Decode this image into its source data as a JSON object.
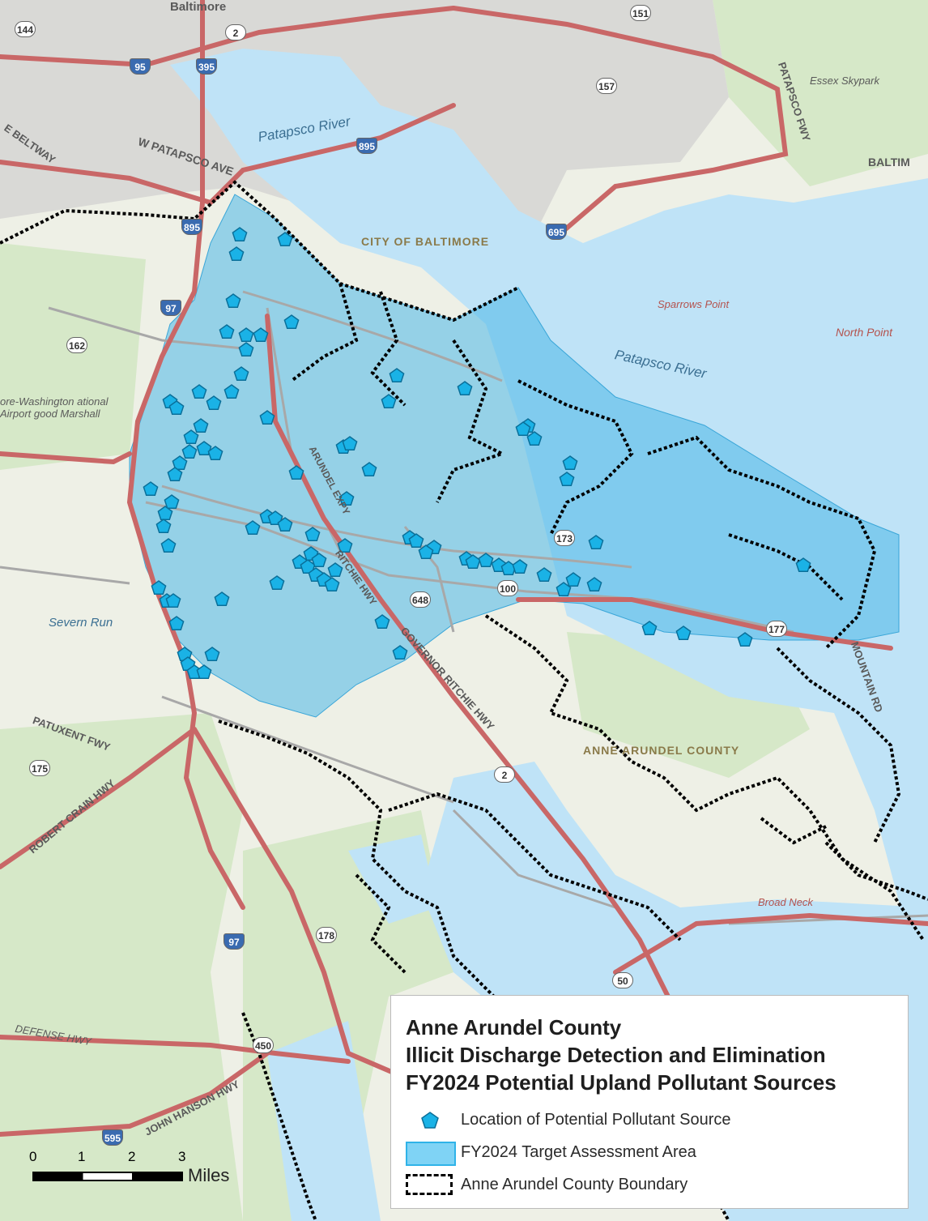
{
  "legend": {
    "title_lines": [
      "Anne Arundel County",
      "Illicit Discharge Detection and Elimination",
      "FY2024 Potential Upland Pollutant Sources"
    ],
    "items": [
      {
        "label": "Location of Potential Pollutant Source",
        "symbol": "pentagon-marker-icon"
      },
      {
        "label": "FY2024 Target Assessment Area",
        "symbol": "area-swatch"
      },
      {
        "label": "Anne Arundel County Boundary",
        "symbol": "dashed-boundary-swatch"
      }
    ]
  },
  "scale": {
    "ticks": [
      "0",
      "1",
      "2",
      "3"
    ],
    "unit": "Miles"
  },
  "places": {
    "baltimore_top": "Baltimore",
    "patapsco_river_north": "Patapsco River",
    "w_patapsco_ave": "W PATAPSCO AVE",
    "beltway": "E BELTWAY",
    "city_of_baltimore": "CITY OF BALTIMORE",
    "patapsco_fwy": "PATAPSCO FWY",
    "essex_skypark": "Essex Skypark",
    "baltim": "BALTIM",
    "sparrows_point": "Sparrows Point",
    "north_point": "North Point",
    "patapsco_river_south": "Patapsco River",
    "airport": "ore-Washington ational Airport good Marshall",
    "sevenn_run": "Severn Run",
    "patuxent_fwy": "PATUXENT FWY",
    "robert_crain_hwy": "ROBERT CRAIN HWY",
    "anne_arundel_county": "ANNE ARUNDEL COUNTY",
    "mountain_rd": "MOUNTAIN RD",
    "broad_neck": "Broad Neck",
    "defense_hwy": "DEFENSE HWY",
    "john_hanson_hwy": "JOHN HANSON HWY",
    "governor_ritchie_hwy": "GOVERNOR RITCHIE HWY",
    "ritchie_hwy": "RITCHIE HWY",
    "arundel_expy": "ARUNDEL EXPY"
  },
  "shields": [
    "2",
    "95",
    "395",
    "895",
    "695",
    "157",
    "151",
    "144",
    "162",
    "97",
    "173",
    "100",
    "648",
    "177",
    "2",
    "178",
    "97",
    "450",
    "50",
    "595",
    "175",
    "895"
  ],
  "colors": {
    "water": "#bfe3f7",
    "land": "#eef0e6",
    "green": "#d6e8c8",
    "assessment_area": "#4db8e8",
    "marker": "#1ab2e6",
    "highway": "#c96767",
    "boundary": "#000000"
  }
}
